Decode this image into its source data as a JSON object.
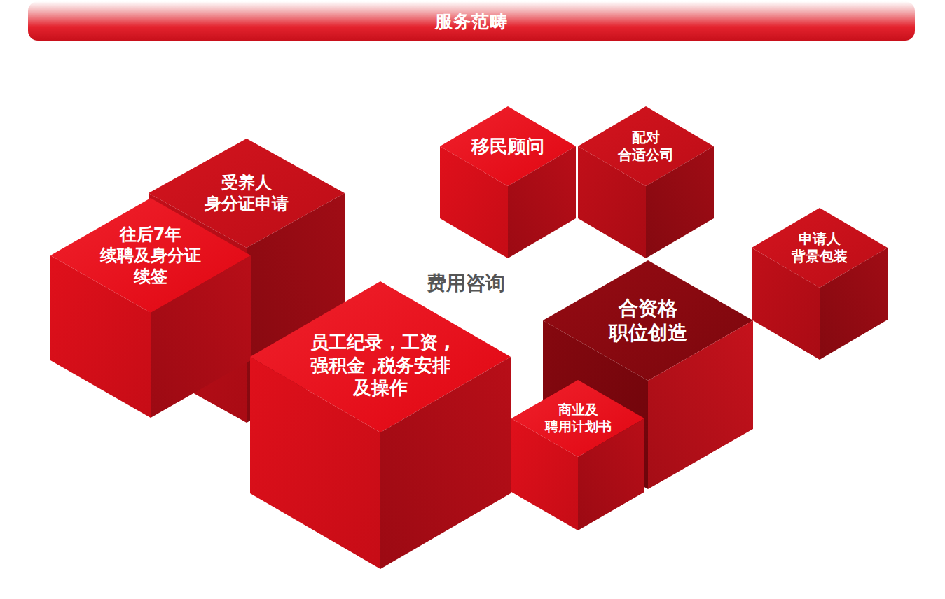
{
  "diagram": {
    "title": "服务范畴",
    "nodes": [
      {
        "text": [
          "移民顾问"
        ]
      },
      {
        "text": [
          "配对 合适公司"
        ]
      },
      {
        "text": [
          "受养人 身分证申请"
        ]
      },
      {
        "text": [
          "往后7年 续聘及身分证 续签"
        ]
      },
      {
        "text": [
          "申请人 背景包装"
        ]
      },
      {
        "text": [
          "合资格 职位创造"
        ]
      },
      {
        "text": [
          "员工纪录，工资 , 强积金 ,税务安排 及操作"
        ]
      },
      {
        "text": [
          "商业及 聘用计划书"
        ]
      }
    ],
    "labels": [
      "费用咨询"
    ]
  }
}
